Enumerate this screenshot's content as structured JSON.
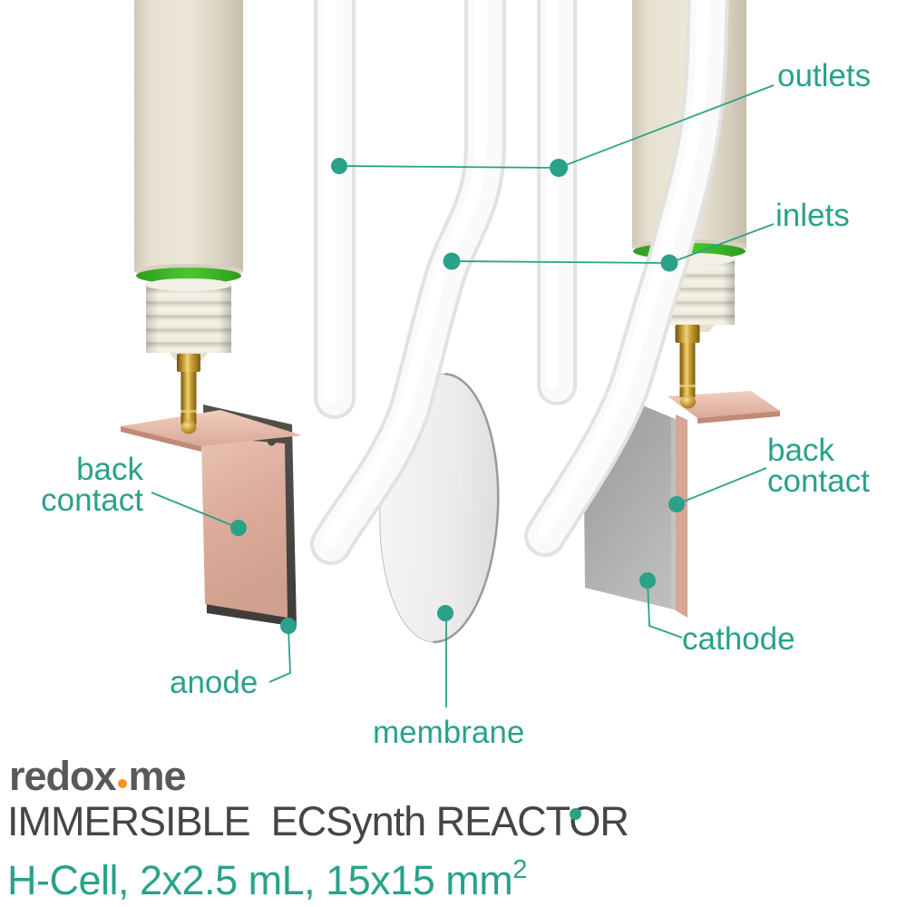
{
  "diagram": {
    "labels": {
      "outlets": "outlets",
      "inlets": "inlets",
      "back_contact_left": "back contact",
      "back_contact_right": "back contact",
      "anode": "anode",
      "cathode": "cathode",
      "membrane": "membrane"
    },
    "colors": {
      "label_teal": "#29a28a",
      "leader_teal": "#2aa189",
      "accent_green": "#3bbd27",
      "electrode_body_cream": "#e9e3d4",
      "copper": "#d9a897",
      "anode_dark": "#4b4744",
      "cathode_gray": "#a8a8a8",
      "gold_pin": "#caa23a",
      "tube_white": "#fafafa"
    }
  },
  "footer": {
    "brand": {
      "prefix": "redox",
      "suffix": "me",
      "dot_color": "#f7941d"
    },
    "title": "IMMERSIBLE  ECSynth REACTOR",
    "subtitle": {
      "main": "H-Cell, 2x2.5 mL, 15x15 mm",
      "sup": "2"
    }
  }
}
